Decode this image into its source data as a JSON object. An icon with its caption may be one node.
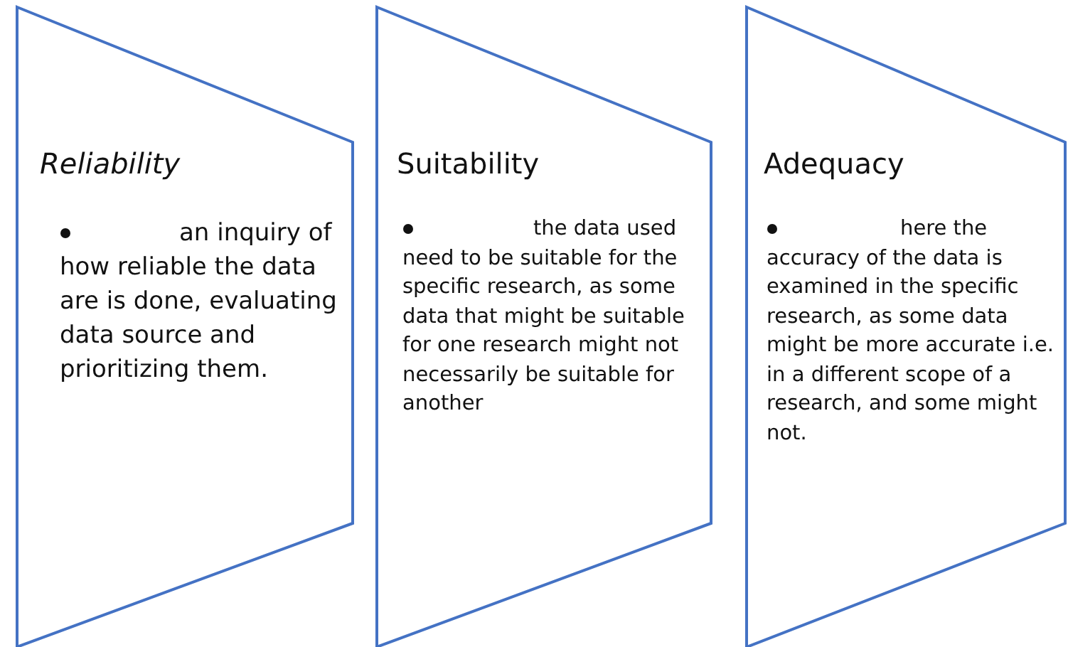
{
  "diagram": {
    "nodes": [
      {
        "text": [
          "Reliability",
          "an inquiry of how reliable the data are is done, evaluating data source and prioritizing them."
        ]
      },
      {
        "text": [
          "Suitability",
          "the data used need to be suitable for the specific research, as some data that might be suitable for one research might not necessarily be suitable for another"
        ]
      },
      {
        "text": [
          "Adequacy",
          "here the accuracy of the data is examined in the specific research, as some data might be more accurate i.e. in a different scope of a research, and some might not."
        ]
      }
    ]
  }
}
